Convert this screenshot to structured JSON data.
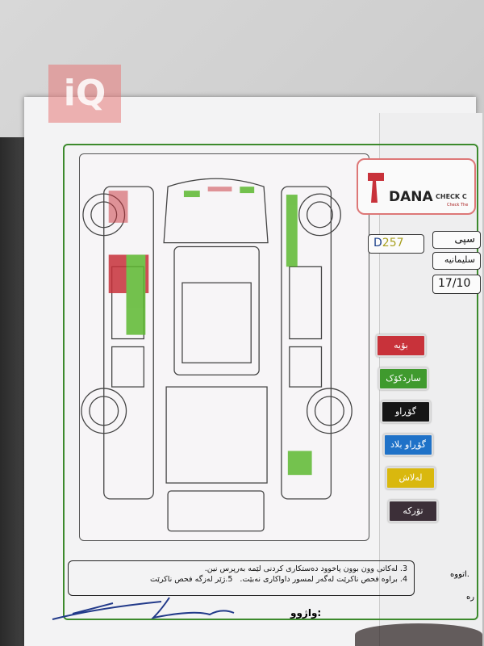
{
  "watermark": "iQ",
  "logo": {
    "brand": "DANA",
    "sub": "CHECK C",
    "tagline": "Check The"
  },
  "fields": {
    "code_prefix": "D",
    "code_number": "257",
    "color": "سپی",
    "city": "سلیمانیه",
    "date": "17/10"
  },
  "legend": [
    {
      "label": "بۆیه",
      "color": "#c8323a"
    },
    {
      "label": "ساردکۆک",
      "color": "#3f9a2e"
    },
    {
      "label": "گۆڕاو",
      "color": "#151515"
    },
    {
      "label": "گۆڕاو بلاد",
      "color": "#1f72c8"
    },
    {
      "label": "لەلاش",
      "color": "#d9b80e"
    },
    {
      "label": "تۆرکە",
      "color": "#3c2f38"
    }
  ],
  "damage_colors": {
    "paint": "#c8323a",
    "green": "#5db830"
  },
  "notes": {
    "line3": "3. لەكاتی وون بوون پاخوود دەستكاری كردنی لێمە بەرپرس نین.",
    "line4": "4. براوە فحص ناكرێت لەگەر لمسور داواكاری نەبێت.",
    "line5": "5.ژێر لەزگە فحص ناكرێت"
  },
  "signature_label": "واژوو:",
  "right_partial": {
    "a": "اتووە.",
    "b": "ره"
  }
}
